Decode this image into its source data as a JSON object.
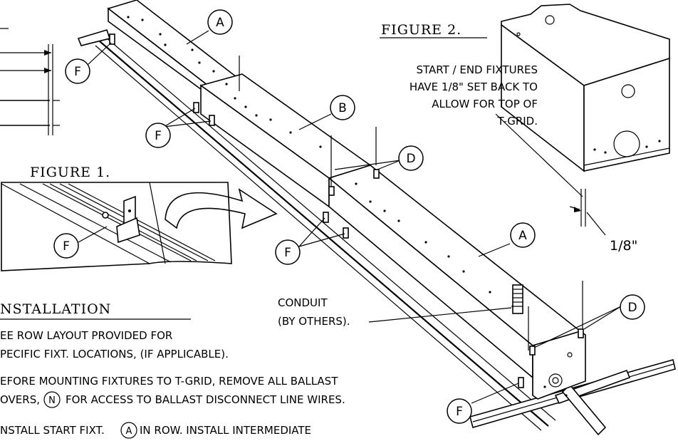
{
  "figure1": {
    "title": "FIGURE 1.",
    "callout": "F"
  },
  "figure2": {
    "title": "FIGURE 2.",
    "note_lines": [
      "START / END FIXTURES",
      "HAVE 1/8\" SET BACK TO",
      "ALLOW FOR TOP OF",
      "T-GRID."
    ],
    "dimension": "1/8\""
  },
  "callouts": {
    "a_top": "A",
    "b": "B",
    "d_mid": "D",
    "a_mid": "A",
    "d_right": "D",
    "f_top": "F",
    "f_mid": "F",
    "f_center": "F",
    "f_bottom": "F",
    "n_inline": "N",
    "a_inline": "A"
  },
  "conduit_note": {
    "line1": "CONDUIT",
    "line2": "(BY OTHERS)."
  },
  "installation": {
    "title": "NSTALLATION",
    "step1_line1": "EE ROW LAYOUT PROVIDED FOR",
    "step1_line2": "PECIFIC FIXT. LOCATIONS, (IF APPLICABLE).",
    "step2_line1": "EFORE MOUNTING FIXTURES TO T-GRID, REMOVE ALL BALLAST",
    "step2_line2a": "OVERS,",
    "step2_line2b": "FOR ACCESS TO BALLAST DISCONNECT LINE WIRES.",
    "step3_line1a": "NSTALL START FIXT.",
    "step3_line1b": "IN ROW. INSTALL INTERMEDIATE"
  }
}
